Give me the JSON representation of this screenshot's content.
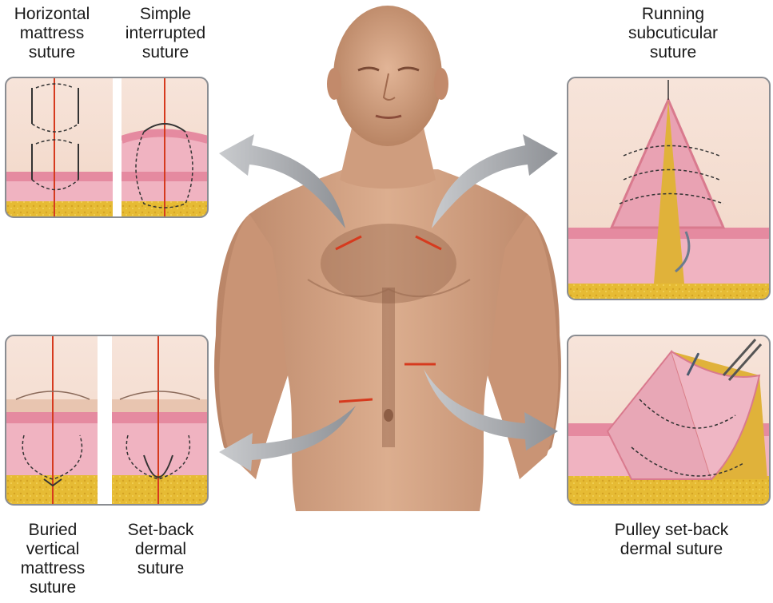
{
  "labels": {
    "horizontal_mattress": [
      "Horizontal",
      "mattress",
      "suture"
    ],
    "simple_interrupted": [
      "Simple",
      "interrupted",
      "suture"
    ],
    "running_subcuticular": [
      "Running",
      "subcuticular",
      "suture"
    ],
    "buried_vertical_mattress": [
      "Buried",
      "vertical",
      "mattress",
      "suture"
    ],
    "set_back_dermal": [
      "Set-back",
      "dermal",
      "suture"
    ],
    "pulley_set_back": [
      "Pulley set-back",
      "dermal suture"
    ]
  },
  "colors": {
    "skin": "#d9a98a",
    "skin_shadow": "#b98466",
    "dermis": "#f0b3c1",
    "epidermis": "#e58aa0",
    "fat": "#e8bf3a",
    "incision": "#d63a1e",
    "arrow": "#a9abae",
    "panel_border": "#8a8d92"
  }
}
